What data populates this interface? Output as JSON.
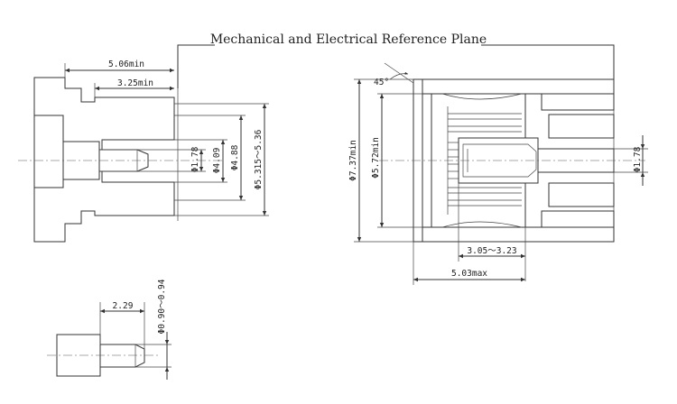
{
  "title": "Mechanical and Electrical Reference Plane",
  "left_view": {
    "dims": {
      "length_outer": "5.06min",
      "length_inner": "3.25min",
      "d_pin": "Φ1.78",
      "d_bore": "Φ4.09",
      "d_inner": "Φ4.88",
      "d_outer": "Φ5.315～5.36"
    }
  },
  "right_view": {
    "dims": {
      "angle": "45°",
      "d_body": "Φ7.37min",
      "d_inner": "Φ5.72min",
      "d_pin": "Φ1.78",
      "depth": "3.05～3.23",
      "length": "5.03max"
    }
  },
  "pin_view": {
    "dims": {
      "length": "2.29",
      "diameter": "Φ0.90～0.94"
    }
  }
}
